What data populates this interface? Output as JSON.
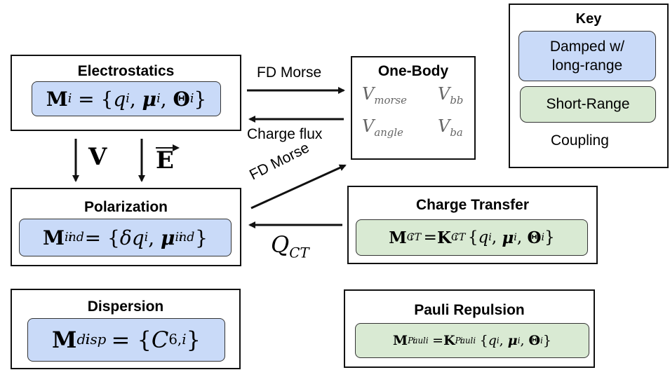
{
  "key": {
    "title": "Key",
    "damped": "Damped w/\nlong-range",
    "short_range": "Short-Range",
    "coupling": "Coupling"
  },
  "electrostatics": {
    "title": "Electrostatics",
    "formula": "M_i = {q_i, μ_i, Θ_i}"
  },
  "one_body": {
    "title": "One-Body",
    "terms": [
      "V_morse",
      "V_bb",
      "V_angle",
      "V_ba"
    ]
  },
  "polarization": {
    "title": "Polarization",
    "formula": "M_i^ind = {δq_i, μ_i^ind}"
  },
  "charge_transfer": {
    "title": "Charge Transfer",
    "formula": "M_i^CT = K_i^CT {q_i, μ_i, Θ_i}"
  },
  "dispersion": {
    "title": "Dispersion",
    "formula": "M_i^disp = {C_6,i}"
  },
  "pauli": {
    "title": "Pauli Repulsion",
    "formula": "M_i^Pauli = K_i^Pauli {q_i, μ_i, Θ_i}"
  },
  "arrows": {
    "fd_morse_top": "FD Morse",
    "charge_flux": "Charge flux",
    "v_label": "V",
    "e_label": "E",
    "fd_morse_diag": "FD Morse",
    "q_ct": "Q_CT"
  },
  "colors": {
    "damped": "#c9daf8",
    "short_range": "#d9ead3"
  }
}
